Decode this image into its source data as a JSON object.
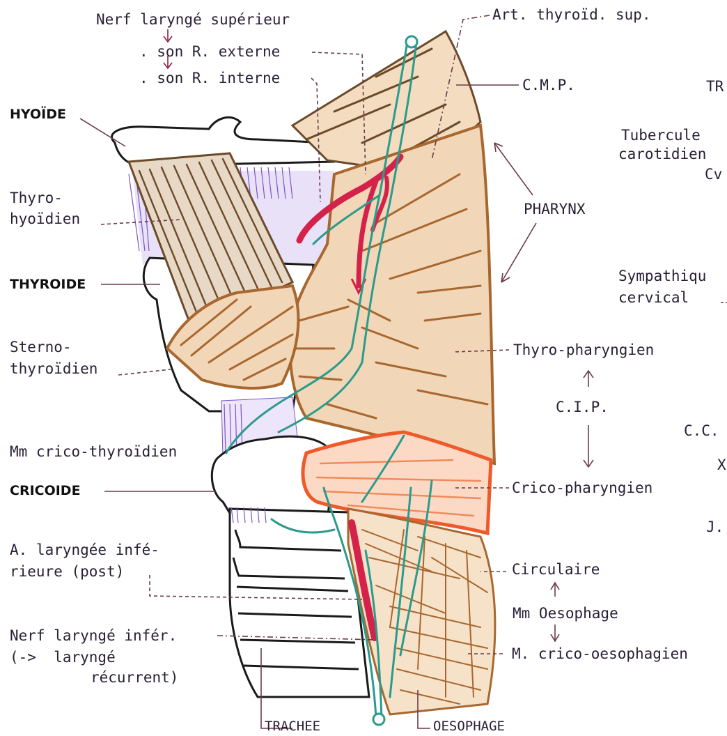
{
  "labels": {
    "nerf_laryng_sup": "Nerf laryngé supérieur",
    "son_r_externe": ". son R. externe",
    "son_r_interne": ". son R. interne",
    "art_thyroid_sup": "Art. thyroïd. sup.",
    "cmp": "C.M.P.",
    "tr_cut": "TR",
    "tubercule": "Tubercule",
    "carotidien": "carotidien",
    "cv": "Cv",
    "hyoide": "HYOÏDE",
    "thyro": "Thyro-",
    "hyoidien": "hyoïdien",
    "pharynx": "PHARYNX",
    "thyroide": "THYROIDE",
    "sympathique": "Sympathiqu",
    "cervical": "cervical",
    "sterno": "Sterno-",
    "thyroidien": "thyroïdien",
    "thyro_pharyngien": "Thyro-pharyngien",
    "cip": "C.I.P.",
    "cc": "C.C.",
    "x": "X",
    "mm_crico_thyroidien": "Mm crico-thyroïdien",
    "cricoide": "CRICOIDE",
    "crico_pharyngien": "Crico-pharyngien",
    "j": "J.",
    "a_laryngee_1": "A. laryngée infé-",
    "a_laryngee_2": "rieure (post)",
    "circulaire": "Circulaire",
    "mm_oesophage": "Mm Oesophage",
    "nerf_laryng_infer": "Nerf laryngé infér.",
    "laryng_arrow": "(->  laryngé",
    "recurrent": "récurrent)",
    "m_crico_oesophagien": "M. crico-oesophagien",
    "trachee": "TRACHEE",
    "oesophage": "OESOPHAGE"
  },
  "colors": {
    "text": "#2a2036",
    "muscle_brown": "#a8672e",
    "muscle_fill": "#f1d6b8",
    "dark_brown": "#6b4a2a",
    "nerve_teal": "#2a9b8c",
    "artery_red": "#d4224a",
    "cricopharyngeal_orange": "#ef5a2a",
    "membrane_violet": "#7a55c9",
    "leader": "#6a3a4a"
  }
}
